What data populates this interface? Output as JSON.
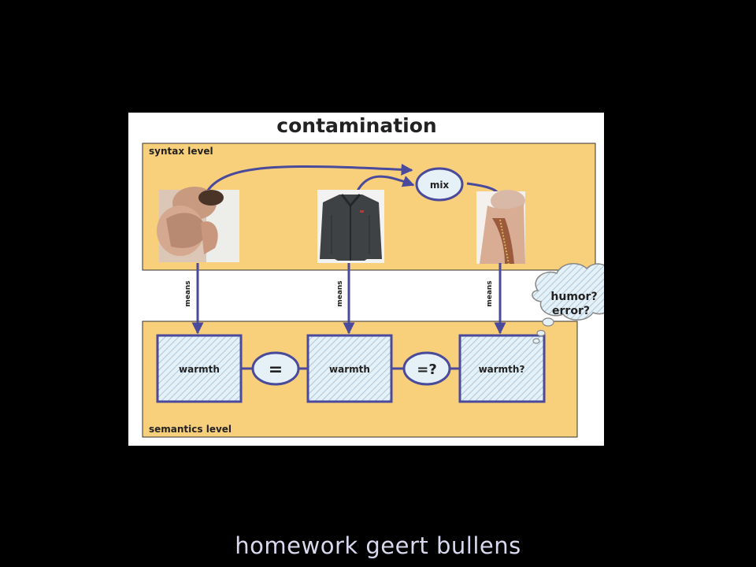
{
  "title": "contamination",
  "syntax_level_label": "syntax level",
  "semantics_level_label": "semantics level",
  "mix_label": "mix",
  "means_label": "means",
  "photos": [
    {
      "subject": "embracing-couple-photo"
    },
    {
      "subject": "fleece-jacket-photo"
    },
    {
      "subject": "zippered-neck-photo"
    }
  ],
  "boxes": [
    {
      "label": "warmth"
    },
    {
      "label": "warmth"
    },
    {
      "label": "warmth?"
    }
  ],
  "relations": [
    {
      "symbol": "="
    },
    {
      "symbol": "=?"
    }
  ],
  "thought_bubble": {
    "line1": "humor?",
    "line2": "error?"
  },
  "caption": "homework geert bullens",
  "colors": {
    "level_fill": "#f8cf7a",
    "arrow": "#4a4a9c",
    "box_fill": "#e6f1f7",
    "hatch": "#a9c7dc",
    "background": "#000000",
    "caption": "#d8d8ee"
  }
}
